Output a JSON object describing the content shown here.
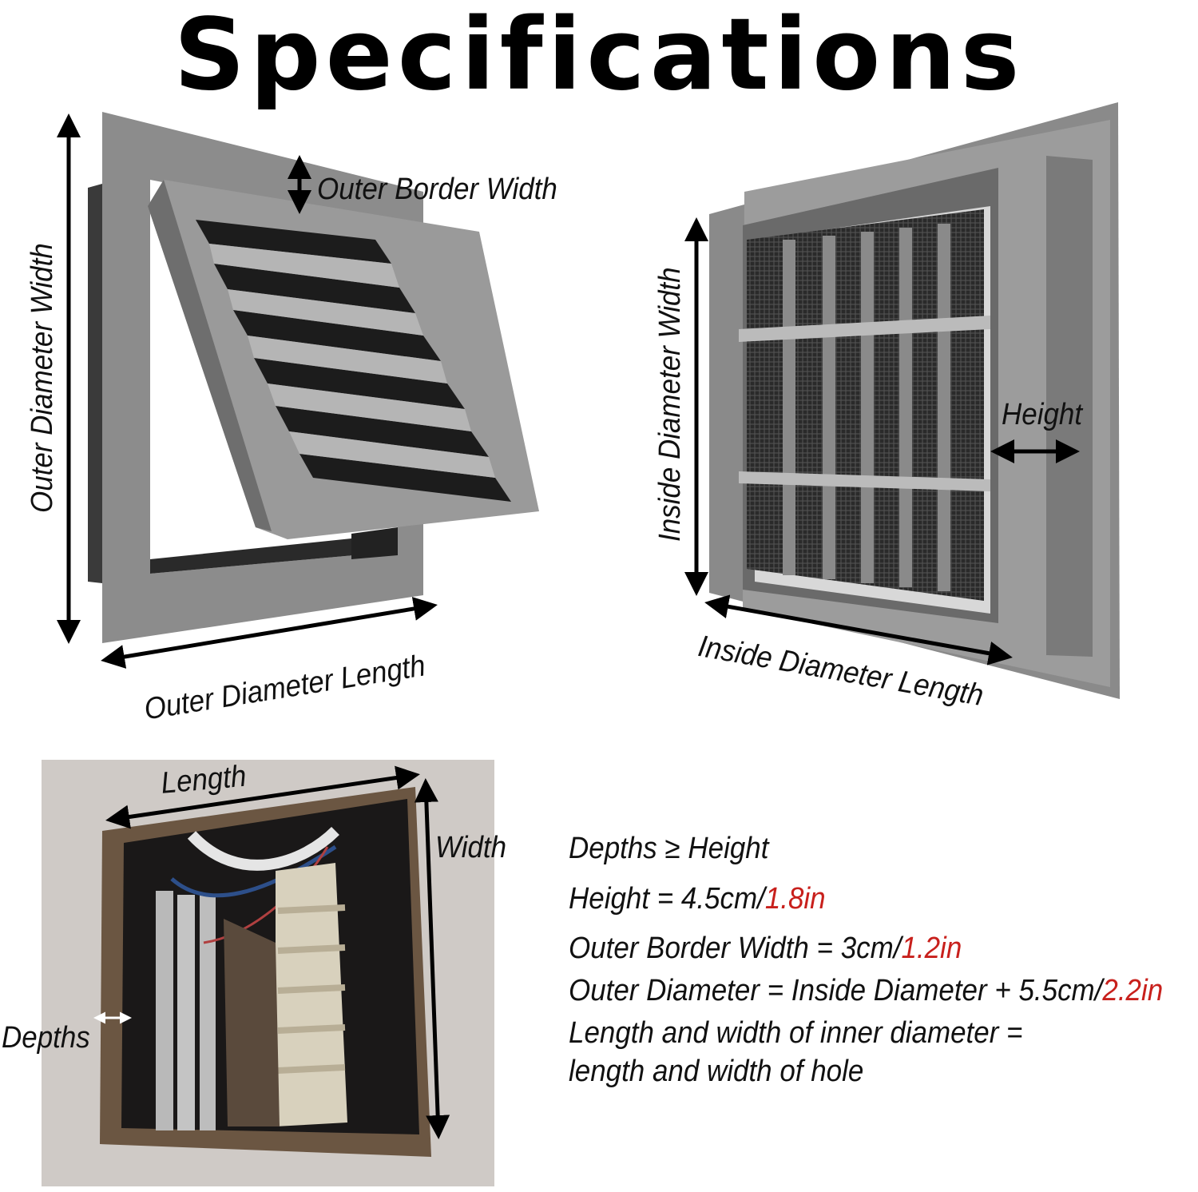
{
  "title": "Specifications",
  "vent_left": {
    "labels": {
      "outer_border_width": "Outer Border Width",
      "outer_diameter_width": "Outer Diameter Width",
      "outer_diameter_length": "Outer Diameter Length"
    }
  },
  "vent_right": {
    "labels": {
      "inside_diameter_width": "Inside Diameter Width",
      "inside_diameter_length": "Inside Diameter Length",
      "height": "Height"
    }
  },
  "hole_photo": {
    "labels": {
      "length": "Length",
      "width": "Width",
      "depths": "Depths"
    }
  },
  "specs": {
    "line1": "Depths ≥ Height",
    "line2_metric": "Height = 4.5cm/",
    "line2_imperial": "1.8in",
    "line3_metric": "Outer Border Width = 3cm/",
    "line3_imperial": "1.2in",
    "line4_metric": "Outer Diameter = Inside Diameter + 5.5cm/",
    "line4_imperial": "2.2in",
    "line5": "Length and width of inner diameter =",
    "line6": "length and width of hole"
  },
  "colors": {
    "frame_gray": "#8a8a8a",
    "imperial_red": "#c8201c",
    "text": "#111111"
  }
}
